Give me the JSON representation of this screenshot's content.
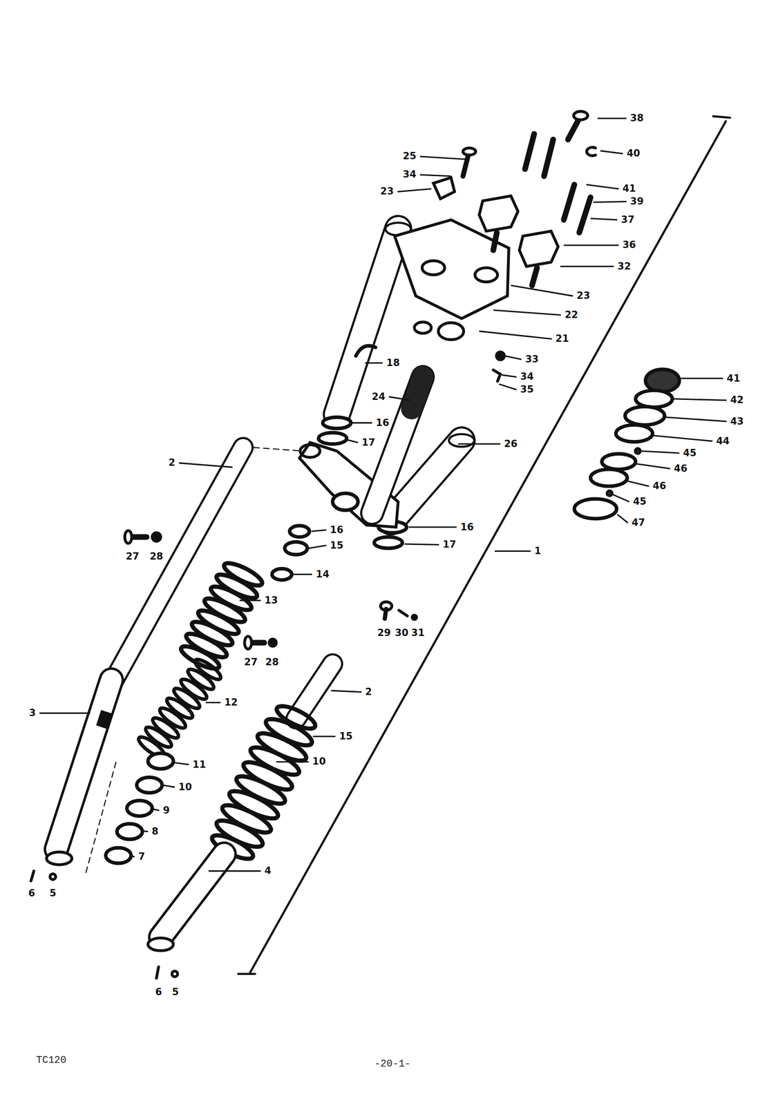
{
  "diagram": {
    "labels": [
      "38",
      "40",
      "25",
      "34",
      "23",
      "41",
      "39",
      "37",
      "36",
      "32",
      "23",
      "22",
      "21",
      "33",
      "34",
      "35",
      "18",
      "24",
      "16",
      "17",
      "26",
      "16",
      "17",
      "1",
      "2",
      "27",
      "28",
      "16",
      "15",
      "14",
      "13",
      "27",
      "28",
      "29",
      "30",
      "31",
      "2",
      "12",
      "3",
      "15",
      "10",
      "11",
      "10",
      "9",
      "8",
      "7",
      "6",
      "5",
      "4",
      "6",
      "5",
      "41",
      "42",
      "43",
      "44",
      "45",
      "46",
      "46",
      "45",
      "47",
      "TC120",
      "-20-1-"
    ]
  }
}
